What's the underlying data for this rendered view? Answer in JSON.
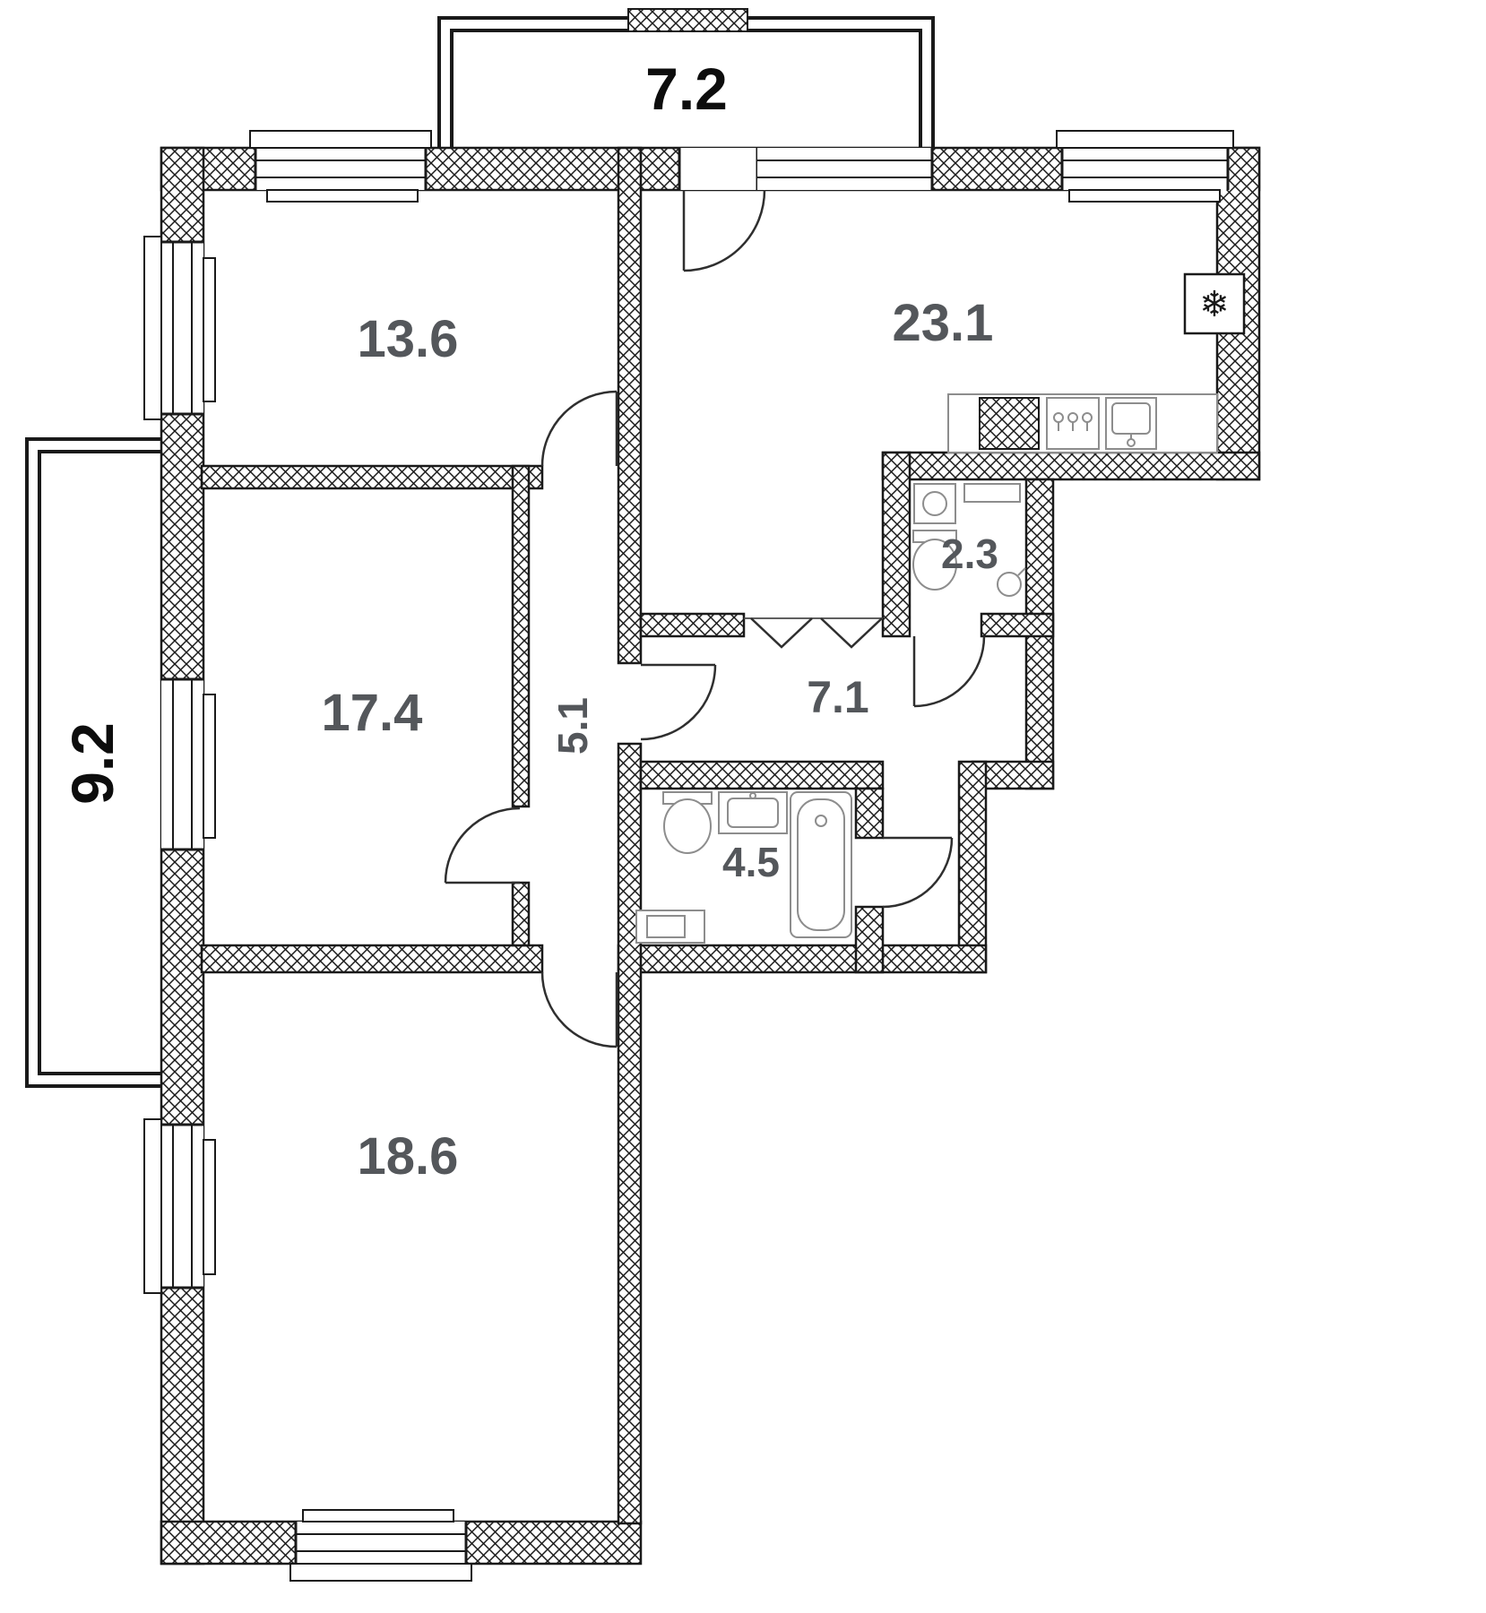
{
  "plan": {
    "rooms": [
      {
        "id": "balcony-top",
        "area": "7.2"
      },
      {
        "id": "room-13-6",
        "area": "13.6"
      },
      {
        "id": "kitchen-living",
        "area": "23.1"
      },
      {
        "id": "wc",
        "area": "2.3"
      },
      {
        "id": "room-17-4",
        "area": "17.4"
      },
      {
        "id": "corridor",
        "area": "5.1"
      },
      {
        "id": "hall",
        "area": "7.1"
      },
      {
        "id": "bathroom",
        "area": "4.5"
      },
      {
        "id": "balcony-left",
        "area": "9.2"
      },
      {
        "id": "room-18-6",
        "area": "18.6"
      }
    ],
    "icons": {
      "snowflake": "❄"
    },
    "colors": {
      "wall": "#1a1a1a",
      "room_label": "#54575b",
      "balcony_label": "#0d0d0d",
      "fixture": "#8d8d8d",
      "background": "#ffffff"
    }
  }
}
